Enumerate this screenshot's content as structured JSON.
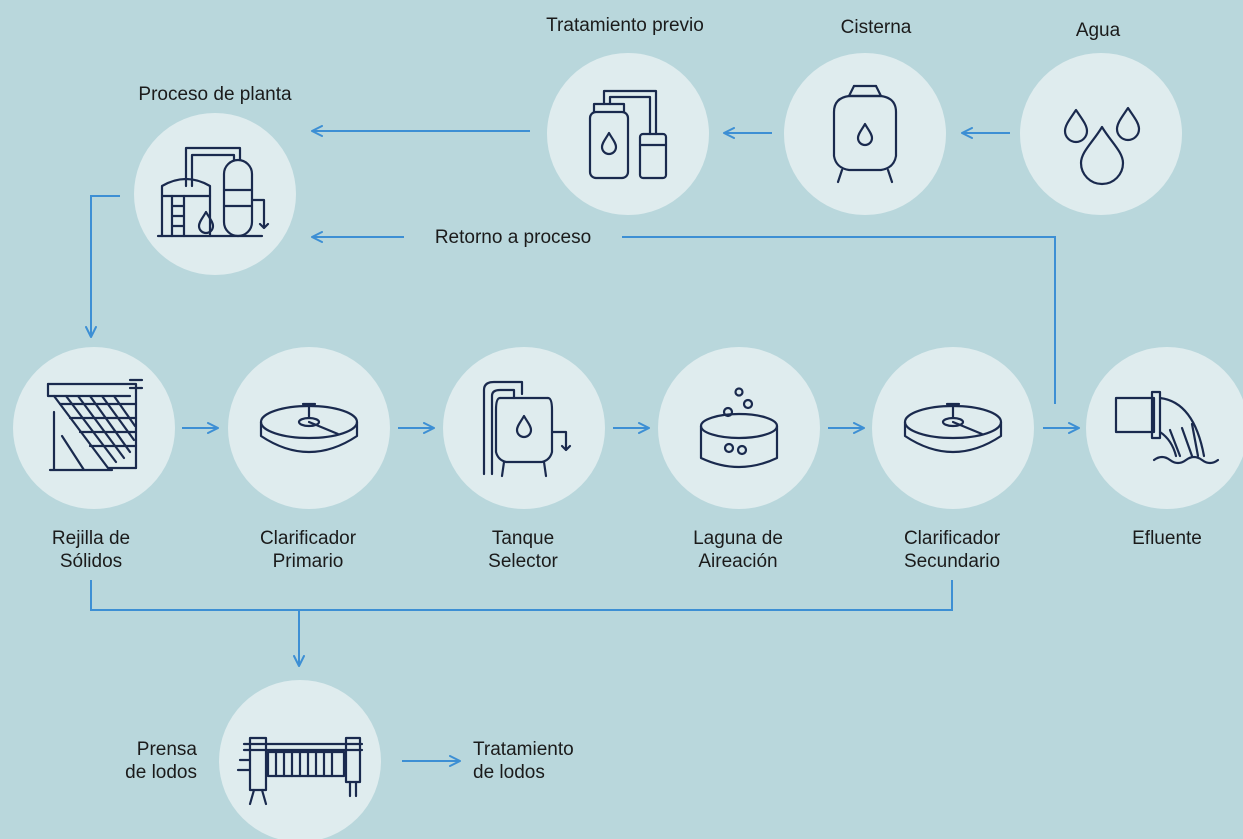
{
  "colors": {
    "background": "#b9d7dc",
    "circle": "#dfecee",
    "arrow": "#3d8fd4",
    "icon": "#1a2a4e"
  },
  "labels": {
    "tratamiento_previo": "Tratamiento previo",
    "cisterna": "Cisterna",
    "agua": "Agua",
    "proceso_planta": "Proceso de planta",
    "retorno": "Retorno a proceso",
    "rejilla": {
      "line1": "Rejilla de",
      "line2": "Sólidos"
    },
    "clarificador_primario": {
      "line1": "Clarificador",
      "line2": "Primario"
    },
    "tanque_selector": {
      "line1": "Tanque",
      "line2": "Selector"
    },
    "laguna": {
      "line1": "Laguna de",
      "line2": "Aireación"
    },
    "clarificador_secundario": {
      "line1": "Clarificador",
      "line2": "Secundario"
    },
    "efluente": "Efluente",
    "prensa": {
      "line1": "Prensa",
      "line2": "de lodos"
    },
    "tratamiento_lodos": {
      "line1": "Tratamiento",
      "line2": "de lodos"
    }
  },
  "icons": {
    "agua": "water-drops-icon",
    "cisterna": "cistern-tank-icon",
    "tratamiento_previo": "pretreatment-icon",
    "proceso_planta": "plant-process-icon",
    "rejilla": "solids-screen-icon",
    "clarificador_primario": "clarifier-icon",
    "tanque_selector": "selector-tank-icon",
    "laguna": "aeration-lagoon-icon",
    "clarificador_secundario": "clarifier-icon",
    "efluente": "effluent-pipe-icon",
    "prensa": "sludge-press-icon"
  }
}
